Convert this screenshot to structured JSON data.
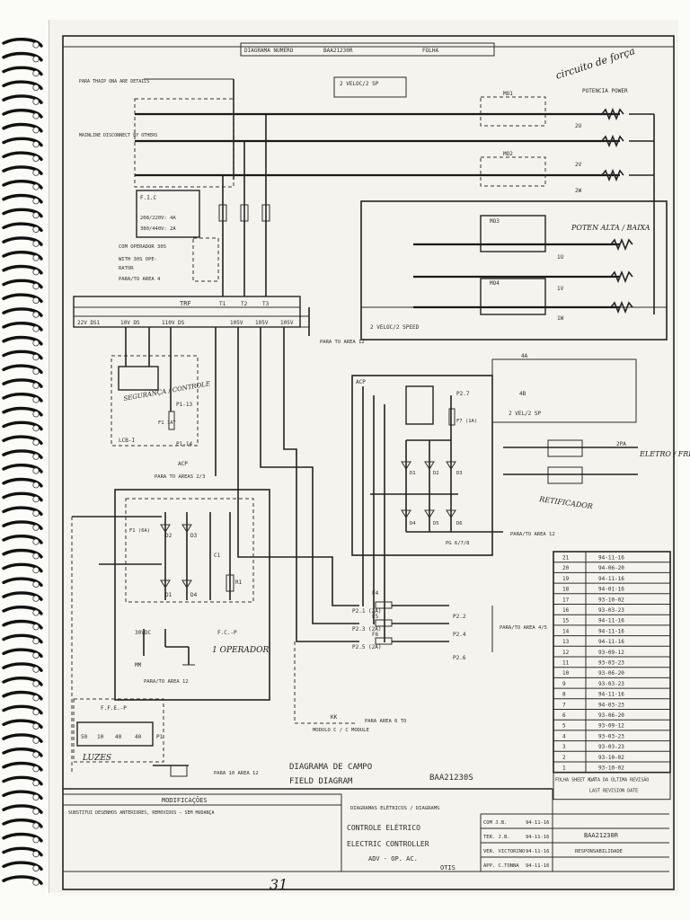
{
  "header": {
    "diagram_number_label": "DIAGRAMA NUMERO",
    "diagram_number": "BAA21230R",
    "sheet_label": "FOLHA",
    "handwritten_note": "circuito de força"
  },
  "left_notes": {
    "note1": "PARA THAIP ONA ARE DETAILS",
    "note2": "MAINLINE DISCONNECT BY OTHERS",
    "fic": "F.I.C",
    "voltages": [
      "208/220V: 4A",
      "380/440V: 2A"
    ],
    "operator": [
      "COM OPERADOR 30S",
      "WITH 30S OPE-",
      "RATOR",
      "PARA/TO AREA 4"
    ]
  },
  "trf": {
    "title": "TRF",
    "taps": [
      "T1",
      "T2",
      "T3"
    ],
    "outputs": [
      "22V DS1",
      "10V DS",
      "110V DS",
      "105V",
      "105V",
      "105V"
    ],
    "para_area_12": "PARA TO AREA 12"
  },
  "motor_section": {
    "vel2sp": "2 VELOC/2 SP",
    "potencia": "POTENCIA POWER",
    "units": [
      "MO1",
      "MO2",
      "MO3",
      "MO4"
    ],
    "terminals": [
      "1U",
      "1V",
      "1W",
      "2U",
      "2V",
      "2W"
    ],
    "speed_label": "2 VELOC/2 SPEED",
    "handwritten_baixa": "POTEN ALTA / BAIXA"
  },
  "lcb": {
    "label": "LCB-I",
    "fuses": [
      "P1-13",
      "P1-14"
    ],
    "f1": "F1 1AT",
    "handwritten": "SEGURANÇA / CONTROLE",
    "acp": "ACP",
    "para_areas": "PARA TO AREAS 2/3"
  },
  "lower_left": {
    "f1": "F1 (6A)",
    "diodes": [
      "D1",
      "D2",
      "D3",
      "D4"
    ],
    "c1": "C1",
    "r1": "R1",
    "vdc": "30VDC",
    "mm": "MM",
    "fcp": "F.C.-P",
    "handwritten_operador": "1 OPERADOR",
    "para_area_12": "PARA/TO AREA 12"
  },
  "acp_section": {
    "title": "ACP",
    "p27": "P2.7",
    "f7": "F7 (1A)",
    "diodes": [
      "D1",
      "D2",
      "D3",
      "D4",
      "D5",
      "D6"
    ],
    "pg": "PG 6/7/8",
    "para_area_12": "PARA/TO AREA 12",
    "fuses": [
      "P2.1 (2A)",
      "P2.3 (2A)",
      "P2.5 (2A)"
    ],
    "fuse_marks": [
      "F4",
      "F5",
      "F6"
    ],
    "outputs": [
      "P2.2",
      "P2.4",
      "P2.6"
    ],
    "para_area_45": "PARA/TO AREA 4/5",
    "contacts": [
      "4A",
      "4B",
      "2 VEL/2 SP"
    ],
    "zpa": "2PA",
    "handwritten_freio": "ELETRO / FREIO",
    "handwritten_retificador": "RETIFICADOR"
  },
  "module": {
    "kk": "KK",
    "label": "MODULO C / C MODULE",
    "para_area": "PARA AREA 6 TO"
  },
  "ffe": {
    "label": "F.F.E.-P",
    "terminals": [
      "50",
      "10",
      "40",
      "40",
      "P1"
    ],
    "handwritten": "LUZES",
    "para_area": "PARA 10 AREA 12"
  },
  "revisions": {
    "rows": [
      {
        "n": "21",
        "date": "94-11-16"
      },
      {
        "n": "20",
        "date": "94-06-20"
      },
      {
        "n": "19",
        "date": "94-11-16"
      },
      {
        "n": "18",
        "date": "94-01-16"
      },
      {
        "n": "17",
        "date": "93-10-02"
      },
      {
        "n": "16",
        "date": "93-03-23"
      },
      {
        "n": "15",
        "date": "94-11-16"
      },
      {
        "n": "14",
        "date": "94-11-16"
      },
      {
        "n": "13",
        "date": "94-11-16"
      },
      {
        "n": "12",
        "date": "93-09-12"
      },
      {
        "n": "11",
        "date": "93-03-23"
      },
      {
        "n": "10",
        "date": "93-06-20"
      },
      {
        "n": "9",
        "date": "93-03-23"
      },
      {
        "n": "8",
        "date": "94-11-16"
      },
      {
        "n": "7",
        "date": "94-03-23"
      },
      {
        "n": "6",
        "date": "93-06-20"
      },
      {
        "n": "5",
        "date": "93-09-12"
      },
      {
        "n": "4",
        "date": "93-03-23"
      },
      {
        "n": "3",
        "date": "93-03-23"
      },
      {
        "n": "2",
        "date": "93-10-02"
      },
      {
        "n": "1",
        "date": "93-10-02"
      }
    ],
    "footer": [
      "FOLHA SHEET N.º",
      "DATA DA ÚLTIMA REVISÃO",
      "LAST REVISION DATE"
    ]
  },
  "title_block": {
    "title_pt": "DIAGRAMA DE CAMPO",
    "title_en": "FIELD DIAGRAM",
    "number": "BAA21230S",
    "modificacoes": "MODIFICAÇÕES",
    "mod_text": "SUBSTITUI DESENHOS ANTERIORES, REMOVIDOS — SEM MUDANÇA",
    "controle_pt": "CONTROLE ELÉTRICO",
    "controle_en": "ELECTRIC CONTROLLER",
    "model": "ADV - OP. AC.",
    "diagramas": "DIAGRAMAS ELÉTRICOS / DIAGRAMS",
    "people": [
      "COM J.B.",
      "TER. J.B.",
      "VER. VICTORINO",
      "APP. C.TONNA"
    ],
    "dates": [
      "94-11-16",
      "94-11-16",
      "94-11-16",
      "94-11-16"
    ],
    "part_number": "BAA21230R",
    "responsibility": "RESPONSABILIDADE",
    "brand": "OTIS"
  },
  "page_number": "31"
}
